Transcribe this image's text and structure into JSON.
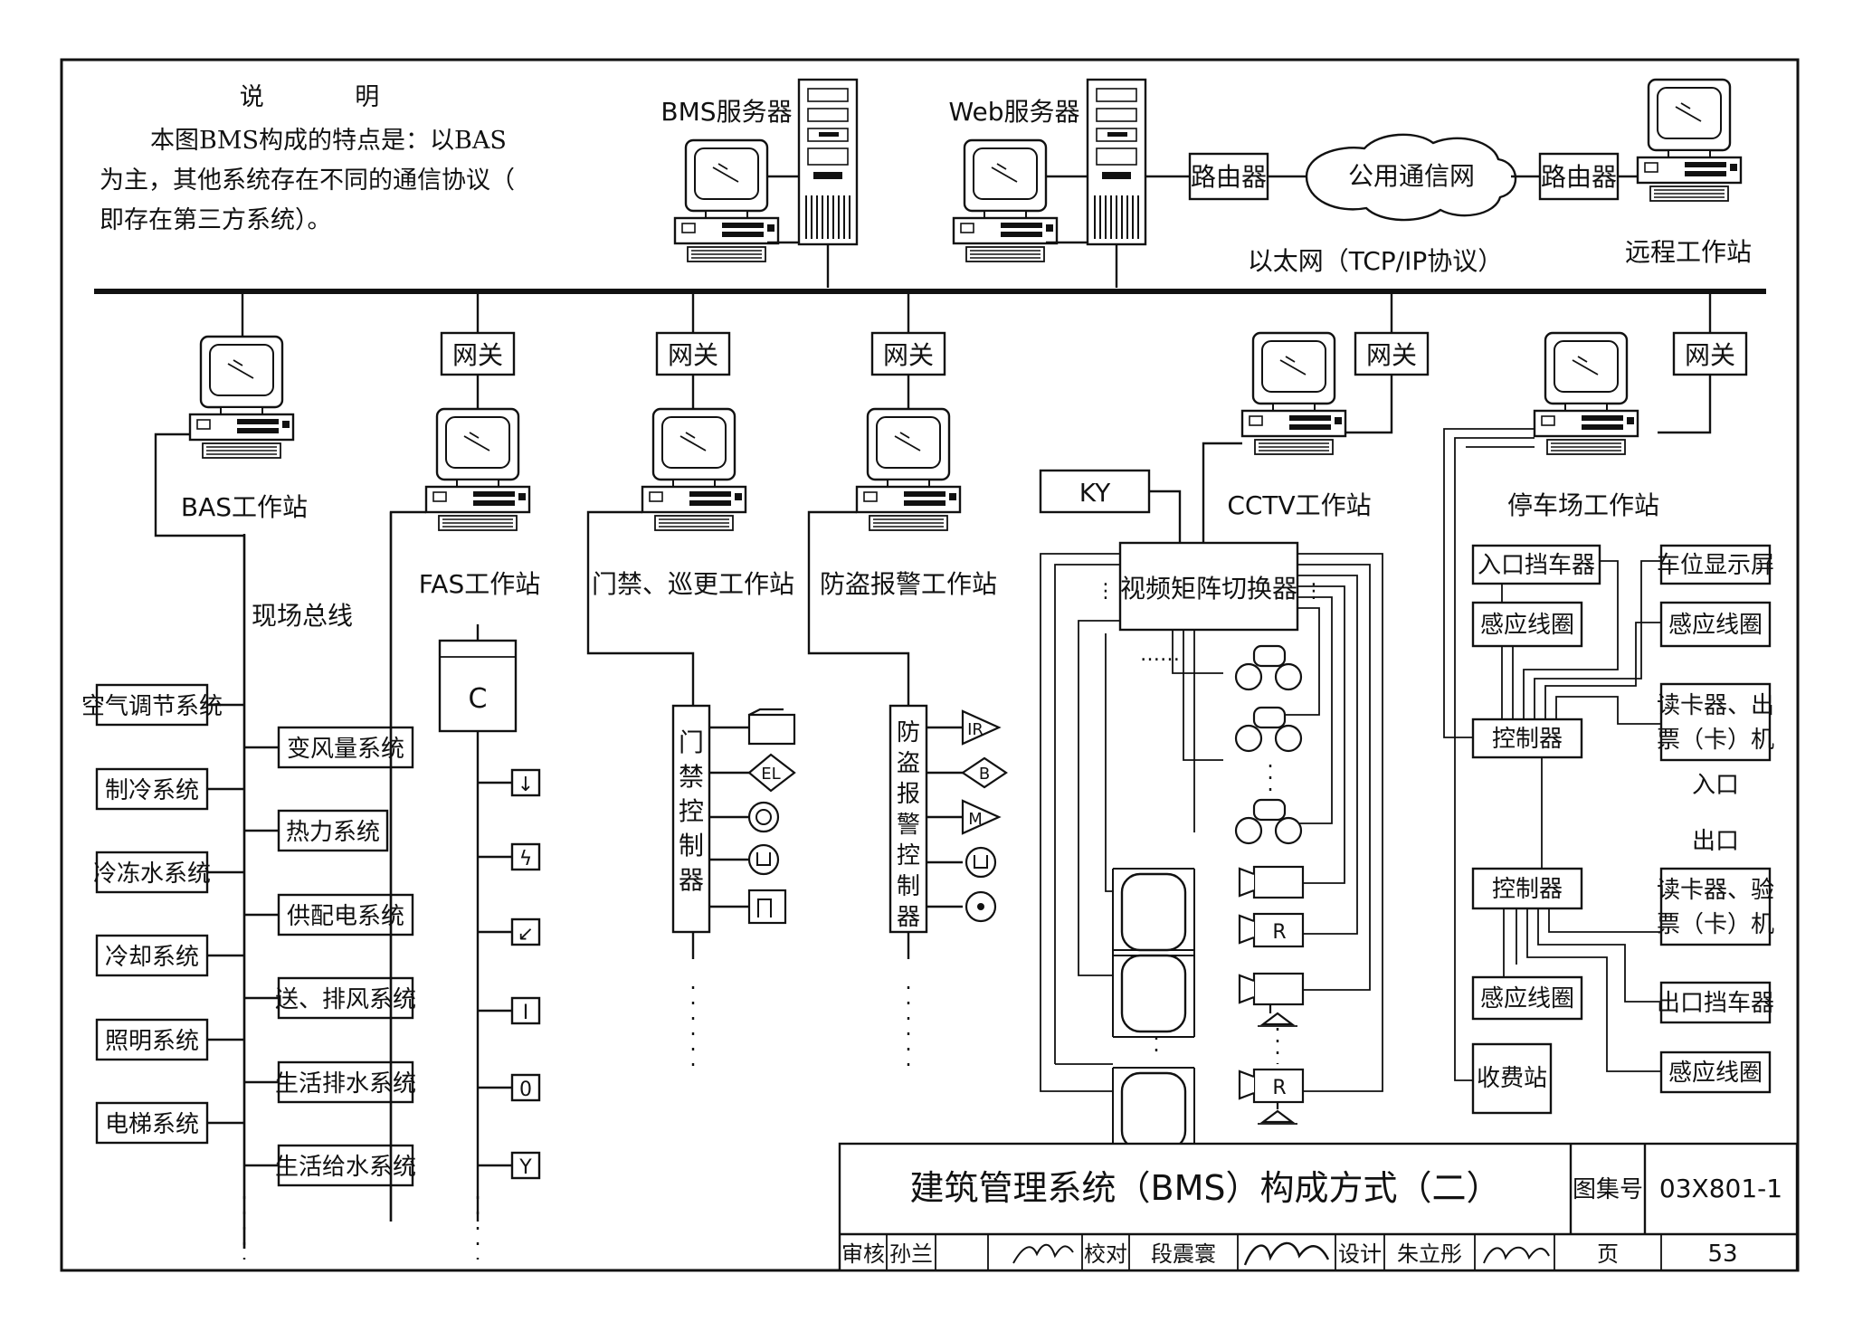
{
  "notes": {
    "heading": "说 明",
    "line1": "本图BMS构成的特点是：以BAS",
    "line2": "为主，其他系统存在不同的通信协议（",
    "line3": "即存在第三方系统）。"
  },
  "top": {
    "bms_server": "BMS服务器",
    "web_server": "Web服务器",
    "router_left": "路由器",
    "public_network": "公用通信网",
    "router_right": "路由器",
    "remote_ws": "远程工作站",
    "ethernet": "以太网（TCP/IP协议）"
  },
  "gateway_label": "网关",
  "bas": {
    "ws": "BAS工作站",
    "field_bus": "现场总线",
    "left_systems": [
      "空气调节系统",
      "制冷系统",
      "冷冻水系统",
      "冷却系统",
      "照明系统",
      "电梯系统"
    ],
    "right_systems": [
      "变风量系统",
      "热力系统",
      "供配电系统",
      "送、排风系统",
      "生活排水系统",
      "生活给水系统"
    ]
  },
  "fas": {
    "ws": "FAS工作站",
    "controller": "C",
    "device_symbols": [
      "↓",
      "ϟ",
      "↙",
      "I",
      "0",
      "Y"
    ]
  },
  "access": {
    "ws": "门禁、巡更工作站",
    "controller": "门禁控制器",
    "el_label": "EL"
  },
  "alarm": {
    "ws": "防盗报警工作站",
    "controller": "防盗报警控制器",
    "sensor_labels": [
      "IR",
      "B",
      "M"
    ]
  },
  "cctv": {
    "ws": "CCTV工作站",
    "ky": "KY",
    "switcher": "视频矩阵切换器",
    "camera_label": "R"
  },
  "parking": {
    "ws": "停车场工作站",
    "entry_barrier": "入口挡车器",
    "loop_coil": "感应线圈",
    "space_display": "车位显示屏",
    "controller": "控制器",
    "entry_reader": "读卡器、出票（卡）机",
    "entry": "入口",
    "exit": "出口",
    "exit_reader": "读卡器、验票（卡）机",
    "exit_barrier": "出口挡车器",
    "toll_booth": "收费站"
  },
  "title_block": {
    "title": "建筑管理系统（BMS）构成方式（二）",
    "atlas_label": "图集号",
    "atlas_no": "03X801-1",
    "review_label": "审核",
    "reviewer": "孙兰",
    "check_label": "校对",
    "checker": "段震寰",
    "design_label": "设计",
    "designer": "朱立彤",
    "page_label": "页",
    "page_no": "53"
  }
}
